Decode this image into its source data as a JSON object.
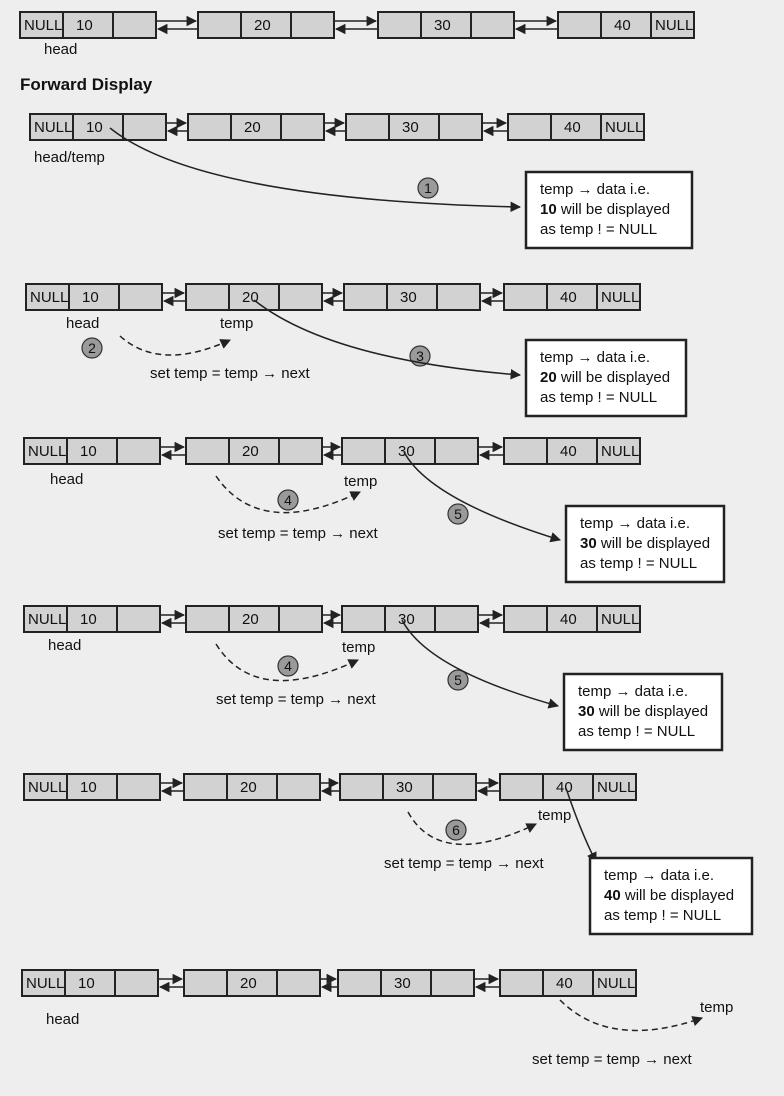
{
  "title": "Forward Display",
  "labels": {
    "head": "head",
    "head_temp": "head/temp",
    "temp": "temp",
    "set_temp": "set temp = temp → next"
  },
  "null_text": "NULL",
  "values": [
    "10",
    "20",
    "30",
    "40"
  ],
  "message": {
    "line1": "temp → data i.e.",
    "line2_suffix": " will be displayed",
    "line3": "as temp ! = NULL"
  },
  "steps": [
    "1",
    "2",
    "3",
    "4",
    "5",
    "6"
  ],
  "arrow_icon": "double-arrow-icon"
}
